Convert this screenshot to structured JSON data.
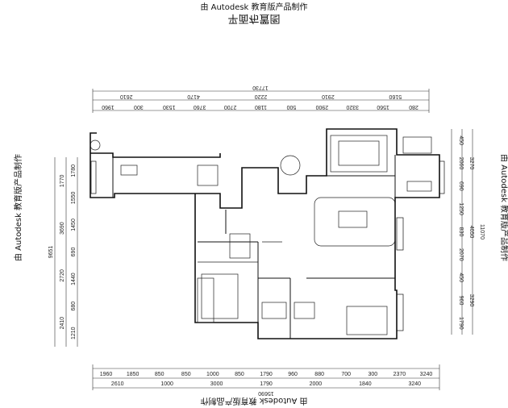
{
  "watermark": "由 Autodesk 教育版产品制作",
  "title": "平面布置图",
  "dims_top_total": "17730",
  "dims_top_row1": [
    "2610",
    "4170",
    "2220",
    "2910",
    "5160"
  ],
  "dims_top_row2": [
    "1960",
    "300",
    "1530",
    "3760",
    "2700",
    "1180",
    "500",
    "2900",
    "3320",
    "1560",
    "280"
  ],
  "dims_bottom_total": "15690",
  "dims_bottom_row1": [
    "2610",
    "1000",
    "3000",
    "1790",
    "2000",
    "1840",
    "3240"
  ],
  "dims_bottom_row2": [
    "1960",
    "1850",
    "850",
    "850",
    "1000",
    "850",
    "1790",
    "960",
    "880",
    "700",
    "300",
    "2370",
    "3240"
  ],
  "dims_left_total": "9651",
  "dims_left_row1": [
    "1770",
    "3690",
    "2720",
    "2410"
  ],
  "dims_left_row2": [
    "1780",
    "1550",
    "1450",
    "690",
    "1440",
    "680",
    "1210"
  ],
  "dims_right_total": "11070",
  "dims_right_row1": [
    "3270",
    "4050",
    "3290"
  ],
  "dims_right_row2": [
    "450",
    "2060",
    "690",
    "1250",
    "830",
    "2070",
    "450",
    "960",
    "1790"
  ]
}
